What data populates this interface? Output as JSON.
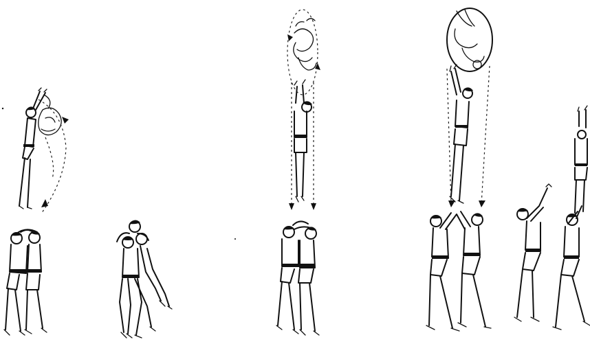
{
  "illustration": {
    "background": "#ffffff",
    "ink": "#111111",
    "scenes": [
      {
        "id": "scene-1",
        "kind": "pair-lift-and-toss",
        "figures": 3
      },
      {
        "id": "scene-2",
        "kind": "carry-partner",
        "figures": 2
      },
      {
        "id": "scene-3",
        "kind": "vertical-toss-with-somersault",
        "figures": 3
      },
      {
        "id": "scene-4",
        "kind": "two-catchers-toss-and-shoulder-stand",
        "figures": 6
      }
    ]
  }
}
